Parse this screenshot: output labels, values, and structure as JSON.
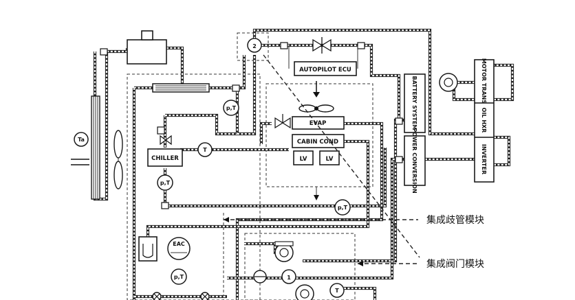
{
  "components": {
    "autopilot_ecu": "AUTOPILOT ECU",
    "evap": "EVAP",
    "cabin_cond": "CABIN COND",
    "lv": "LV",
    "chiller": "CHILLER",
    "eac": "EAC",
    "battery_system": "BATTERY SYSTEM",
    "power_conversion": "POWER CONVERSION",
    "motor_trans": "MOTOR TRANS",
    "oil_hxr": "OIL HXR",
    "inverter": "INVERTER",
    "ta": "Ta",
    "pt": "p,T",
    "t": "T",
    "node_2": "2",
    "node_1": "1"
  },
  "annotations": {
    "manifold_module": "集成歧管模块",
    "valve_module": "集成阀门模块"
  }
}
